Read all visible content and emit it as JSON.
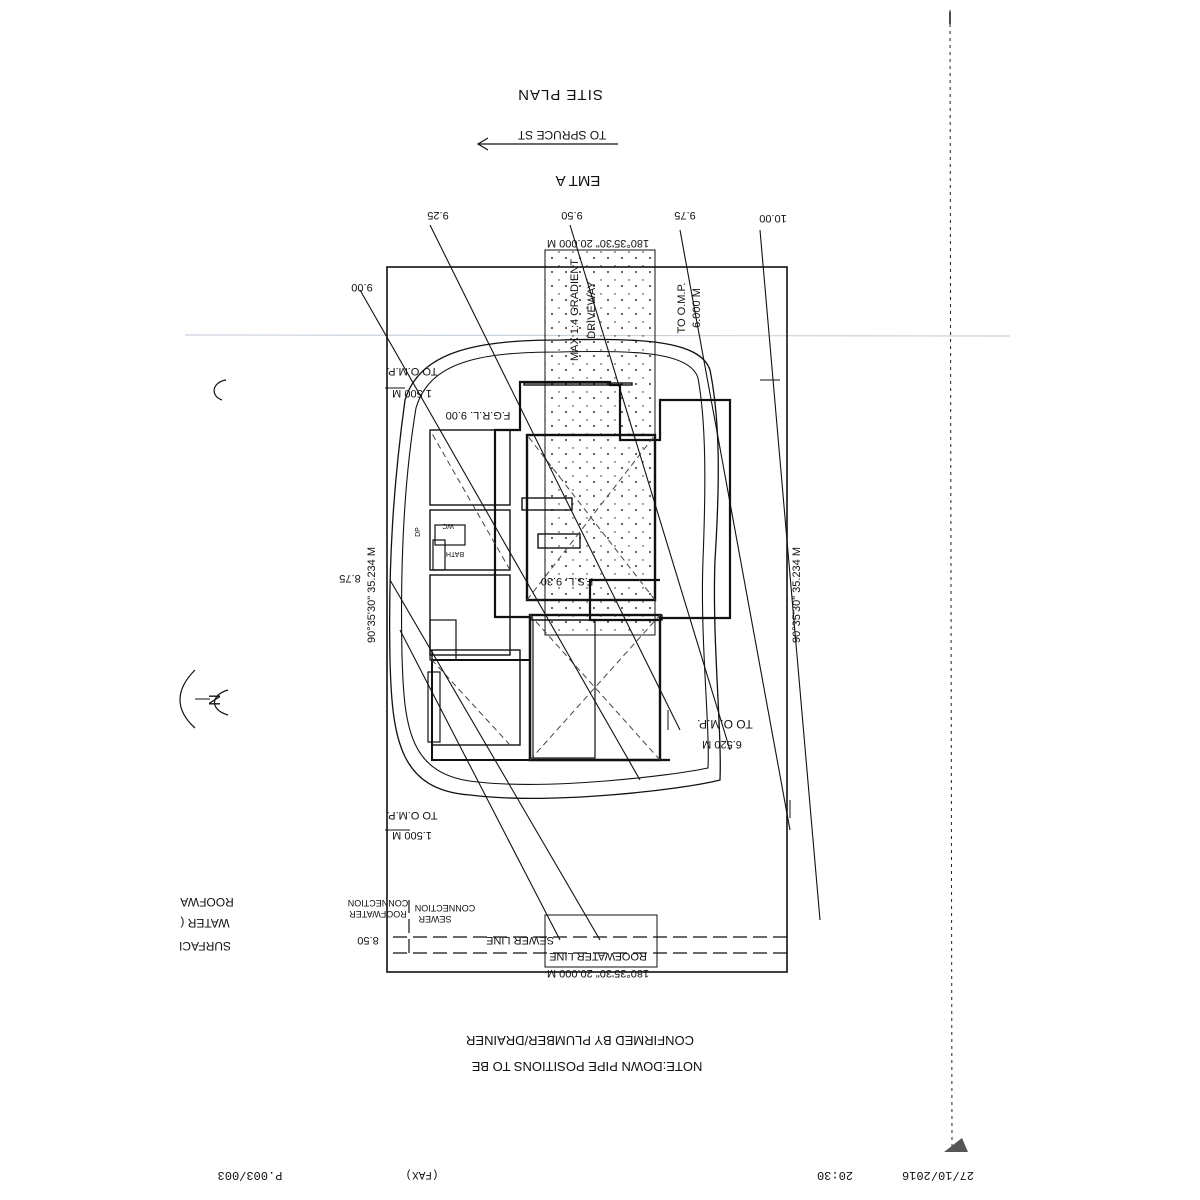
{
  "site_plan": {
    "title": "SITE PLAN",
    "street_arrow_label": "TO SPRUCE ST",
    "easement": "EMT A",
    "contours": [
      "10.00",
      "9.75",
      "9.50",
      "9.25",
      "9.00",
      "8.75",
      "8.50"
    ],
    "boundary_top": "180°35'30\" 20.000 M",
    "boundary_bottom": "180°35'30\" 20.000 M",
    "boundary_right": "90°35'30\" 35.234 M",
    "boundary_left": "90°35'30\" 35.234 M",
    "driveway_label": "DRIVEWAY",
    "driveway_gradient": "MAX 1:4 GRADIENT",
    "setback_front": "6.000 M",
    "setback_front_ref": "TO O.M.P.",
    "setback_side_top": "1.500 M",
    "setback_side_top_ref": "TO O.M.P.",
    "setback_side_bottom": "1.500 M",
    "setback_side_bottom_ref": "TO O.M.P.",
    "setback_garage": "6.520 M",
    "setback_garage_ref": "TO O.M.P.",
    "fgl": "F.G.R.L. 9.00",
    "fsl": "F.S.L. 9.30",
    "dp_label": "DP",
    "bath_label": "BATH",
    "wc_label": "WC",
    "sewer_line": "SEWER LINE",
    "roofwater_line": "ROOFWATER LINE",
    "sewer_connection": [
      "SEWER",
      "CONNECTION"
    ],
    "roofwater_connection": [
      "ROOFWATER",
      "CONNECTION"
    ],
    "legend_partial": [
      "SURFACI",
      "WATER (",
      "ROOFWA"
    ],
    "north": "N"
  },
  "notes": {
    "line1": "NOTE:DOWN PIPE POSITIONS TO BE",
    "line2": "CONFIRMED BY PLUMBER/DRAINER"
  },
  "fax_header": {
    "date": "27/10/2016",
    "time": "20:30",
    "mode": "(FAX)",
    "page": "P.003/003"
  }
}
